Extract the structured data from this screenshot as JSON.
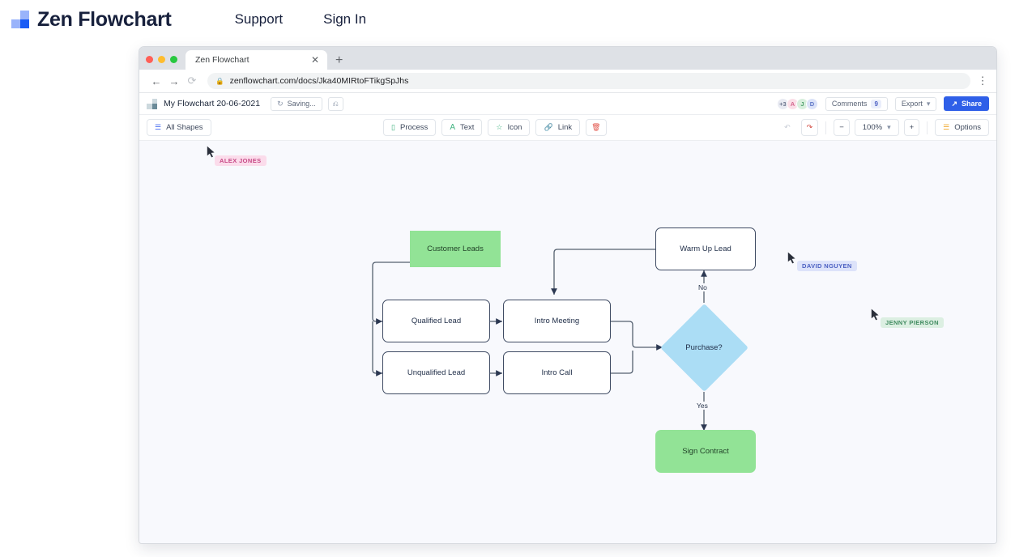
{
  "site": {
    "brand": "Zen Flowchart",
    "nav": [
      {
        "label": "Support"
      },
      {
        "label": "Sign In"
      }
    ]
  },
  "browser": {
    "tab_title": "Zen Flowchart",
    "tab_close_icon": "close-icon",
    "new_tab_icon": "plus-icon",
    "back_icon": "back-arrow-icon",
    "forward_icon": "forward-arrow-icon",
    "reload_icon": "reload-icon",
    "lock_icon": "lock-icon",
    "url": "zenflowchart.com/docs/Jka40MIRtoFTikgSpJhs",
    "menu_icon": "kebab-menu-icon"
  },
  "app": {
    "doc_title": "My Flowchart 20-06-2021",
    "save_status": "Saving...",
    "save_icon": "sync-icon",
    "history_icon": "history-clock-icon",
    "avatars": [
      {
        "label": "+3",
        "bg": "#e8eaf2",
        "fg": "#6b748c"
      },
      {
        "label": "A",
        "bg": "#fbdfe8",
        "fg": "#d4688f"
      },
      {
        "label": "J",
        "bg": "#d8efdd",
        "fg": "#4f9f6c"
      },
      {
        "label": "D",
        "bg": "#dbe2f8",
        "fg": "#5f77c6"
      }
    ],
    "comments_label": "Comments",
    "comments_count": "9",
    "export_label": "Export",
    "export_caret": "chevron-down-icon",
    "share_label": "Share",
    "share_icon": "external-link-icon"
  },
  "toolbar": {
    "all_shapes_label": "All Shapes",
    "all_shapes_icon": "hamburger-icon",
    "tools": [
      {
        "label": "Process",
        "icon": "rectangle-icon",
        "color": "#3fb27f"
      },
      {
        "label": "Text",
        "icon": "text-a-icon",
        "color": "#3fb27f"
      },
      {
        "label": "Icon",
        "icon": "star-icon",
        "color": "#3fb27f"
      },
      {
        "label": "Link",
        "icon": "link-icon",
        "color": "#4a6ef0"
      }
    ],
    "delete_icon": "trash-icon",
    "delete_color": "#e2564c",
    "undo_icon": "undo-icon",
    "redo_icon": "redo-icon",
    "zoom_out_label": "−",
    "zoom_level": "100%",
    "zoom_caret": "chevron-down-icon",
    "zoom_in_label": "+",
    "options_label": "Options",
    "options_icon": "sliders-icon",
    "options_color": "#f0a92c"
  },
  "flowchart": {
    "nodes": [
      {
        "id": "customer-leads",
        "label": "Customer Leads",
        "shape": "parallelogram",
        "fill": "#92e396"
      },
      {
        "id": "qualified-lead",
        "label": "Qualified Lead",
        "shape": "process",
        "fill": "#ffffff"
      },
      {
        "id": "unqualified-lead",
        "label": "Unqualified Lead",
        "shape": "process",
        "fill": "#ffffff"
      },
      {
        "id": "intro-meeting",
        "label": "Intro Meeting",
        "shape": "process",
        "fill": "#ffffff"
      },
      {
        "id": "intro-call",
        "label": "Intro Call",
        "shape": "process",
        "fill": "#ffffff"
      },
      {
        "id": "warm-up-lead",
        "label": "Warm Up Lead",
        "shape": "process",
        "fill": "#ffffff"
      },
      {
        "id": "purchase",
        "label": "Purchase?",
        "shape": "diamond",
        "fill": "#abddf5"
      },
      {
        "id": "sign-contract",
        "label": "Sign Contract",
        "shape": "process",
        "fill": "#92e396"
      }
    ],
    "edge_labels": [
      {
        "id": "no",
        "label": "No"
      },
      {
        "id": "yes",
        "label": "Yes"
      }
    ]
  },
  "collaborators": [
    {
      "name": "ALEX JONES",
      "bg": "#fbdceb",
      "fg": "#c74a87"
    },
    {
      "name": "DAVID NGUYEN",
      "bg": "#dde3fa",
      "fg": "#4a5fc1"
    },
    {
      "name": "JENNY PIERSON",
      "bg": "#dcefe2",
      "fg": "#3f8a5f"
    }
  ]
}
